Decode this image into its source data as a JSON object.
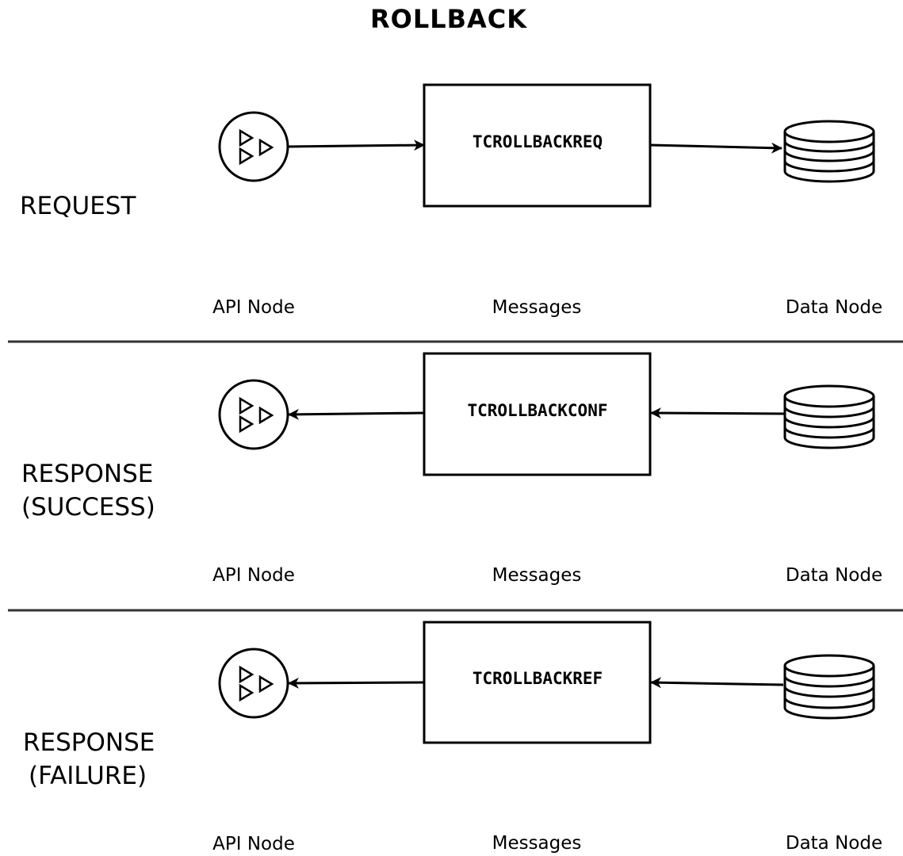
{
  "title": "ROLLBACK",
  "sections": [
    {
      "phase_lines": [
        "REQUEST"
      ],
      "message": "TCROLLBACKREQ",
      "direction": "api-to-data",
      "captions": {
        "api": "API Node",
        "messages": "Messages",
        "data": "Data Node"
      }
    },
    {
      "phase_lines": [
        "RESPONSE",
        "(SUCCESS)"
      ],
      "message": "TCROLLBACKCONF",
      "direction": "data-to-api",
      "captions": {
        "api": "API Node",
        "messages": "Messages",
        "data": "Data Node"
      }
    },
    {
      "phase_lines": [
        "RESPONSE",
        "(FAILURE)"
      ],
      "message": "TCROLLBACKREF",
      "direction": "data-to-api",
      "captions": {
        "api": "API Node",
        "messages": "Messages",
        "data": "Data Node"
      }
    }
  ],
  "icons": {
    "api": "api-node-icon",
    "data": "database-icon"
  },
  "colors": {
    "stroke": "#000000",
    "background": "#ffffff"
  }
}
